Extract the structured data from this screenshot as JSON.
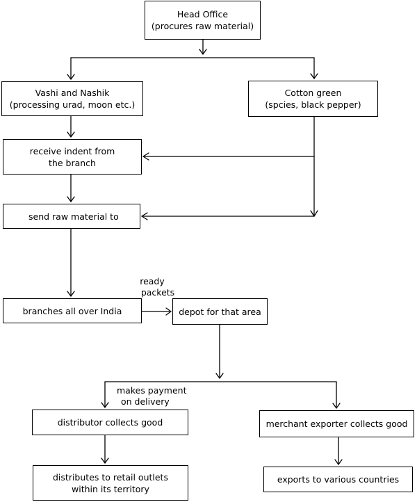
{
  "nodes": {
    "head_office": {
      "line1": "Head Office",
      "line2": "(procures raw material)"
    },
    "vashi_nashik": {
      "line1": "Vashi and Nashik",
      "line2": "(processing urad, moon etc.)"
    },
    "cotton_green": {
      "line1": "Cotton green",
      "line2": "(spcies, black pepper)"
    },
    "receive_indent": {
      "line1": "receive indent from",
      "line2": "the branch"
    },
    "send_raw": {
      "line1": "send raw material to"
    },
    "branches": {
      "line1": "branches all over India"
    },
    "depot": {
      "line1": "depot for that area"
    },
    "distributor": {
      "line1": "distributor collects good"
    },
    "merchant": {
      "line1": "merchant exporter collects good"
    },
    "retail": {
      "line1": "distributes to retail outlets",
      "line2": "within its territory"
    },
    "exports": {
      "line1": "exports to various countries"
    }
  },
  "edge_labels": {
    "ready_packets": {
      "line1": "ready",
      "line2": "packets"
    },
    "payment": {
      "line1": "makes payment",
      "line2": "on delivery"
    }
  }
}
